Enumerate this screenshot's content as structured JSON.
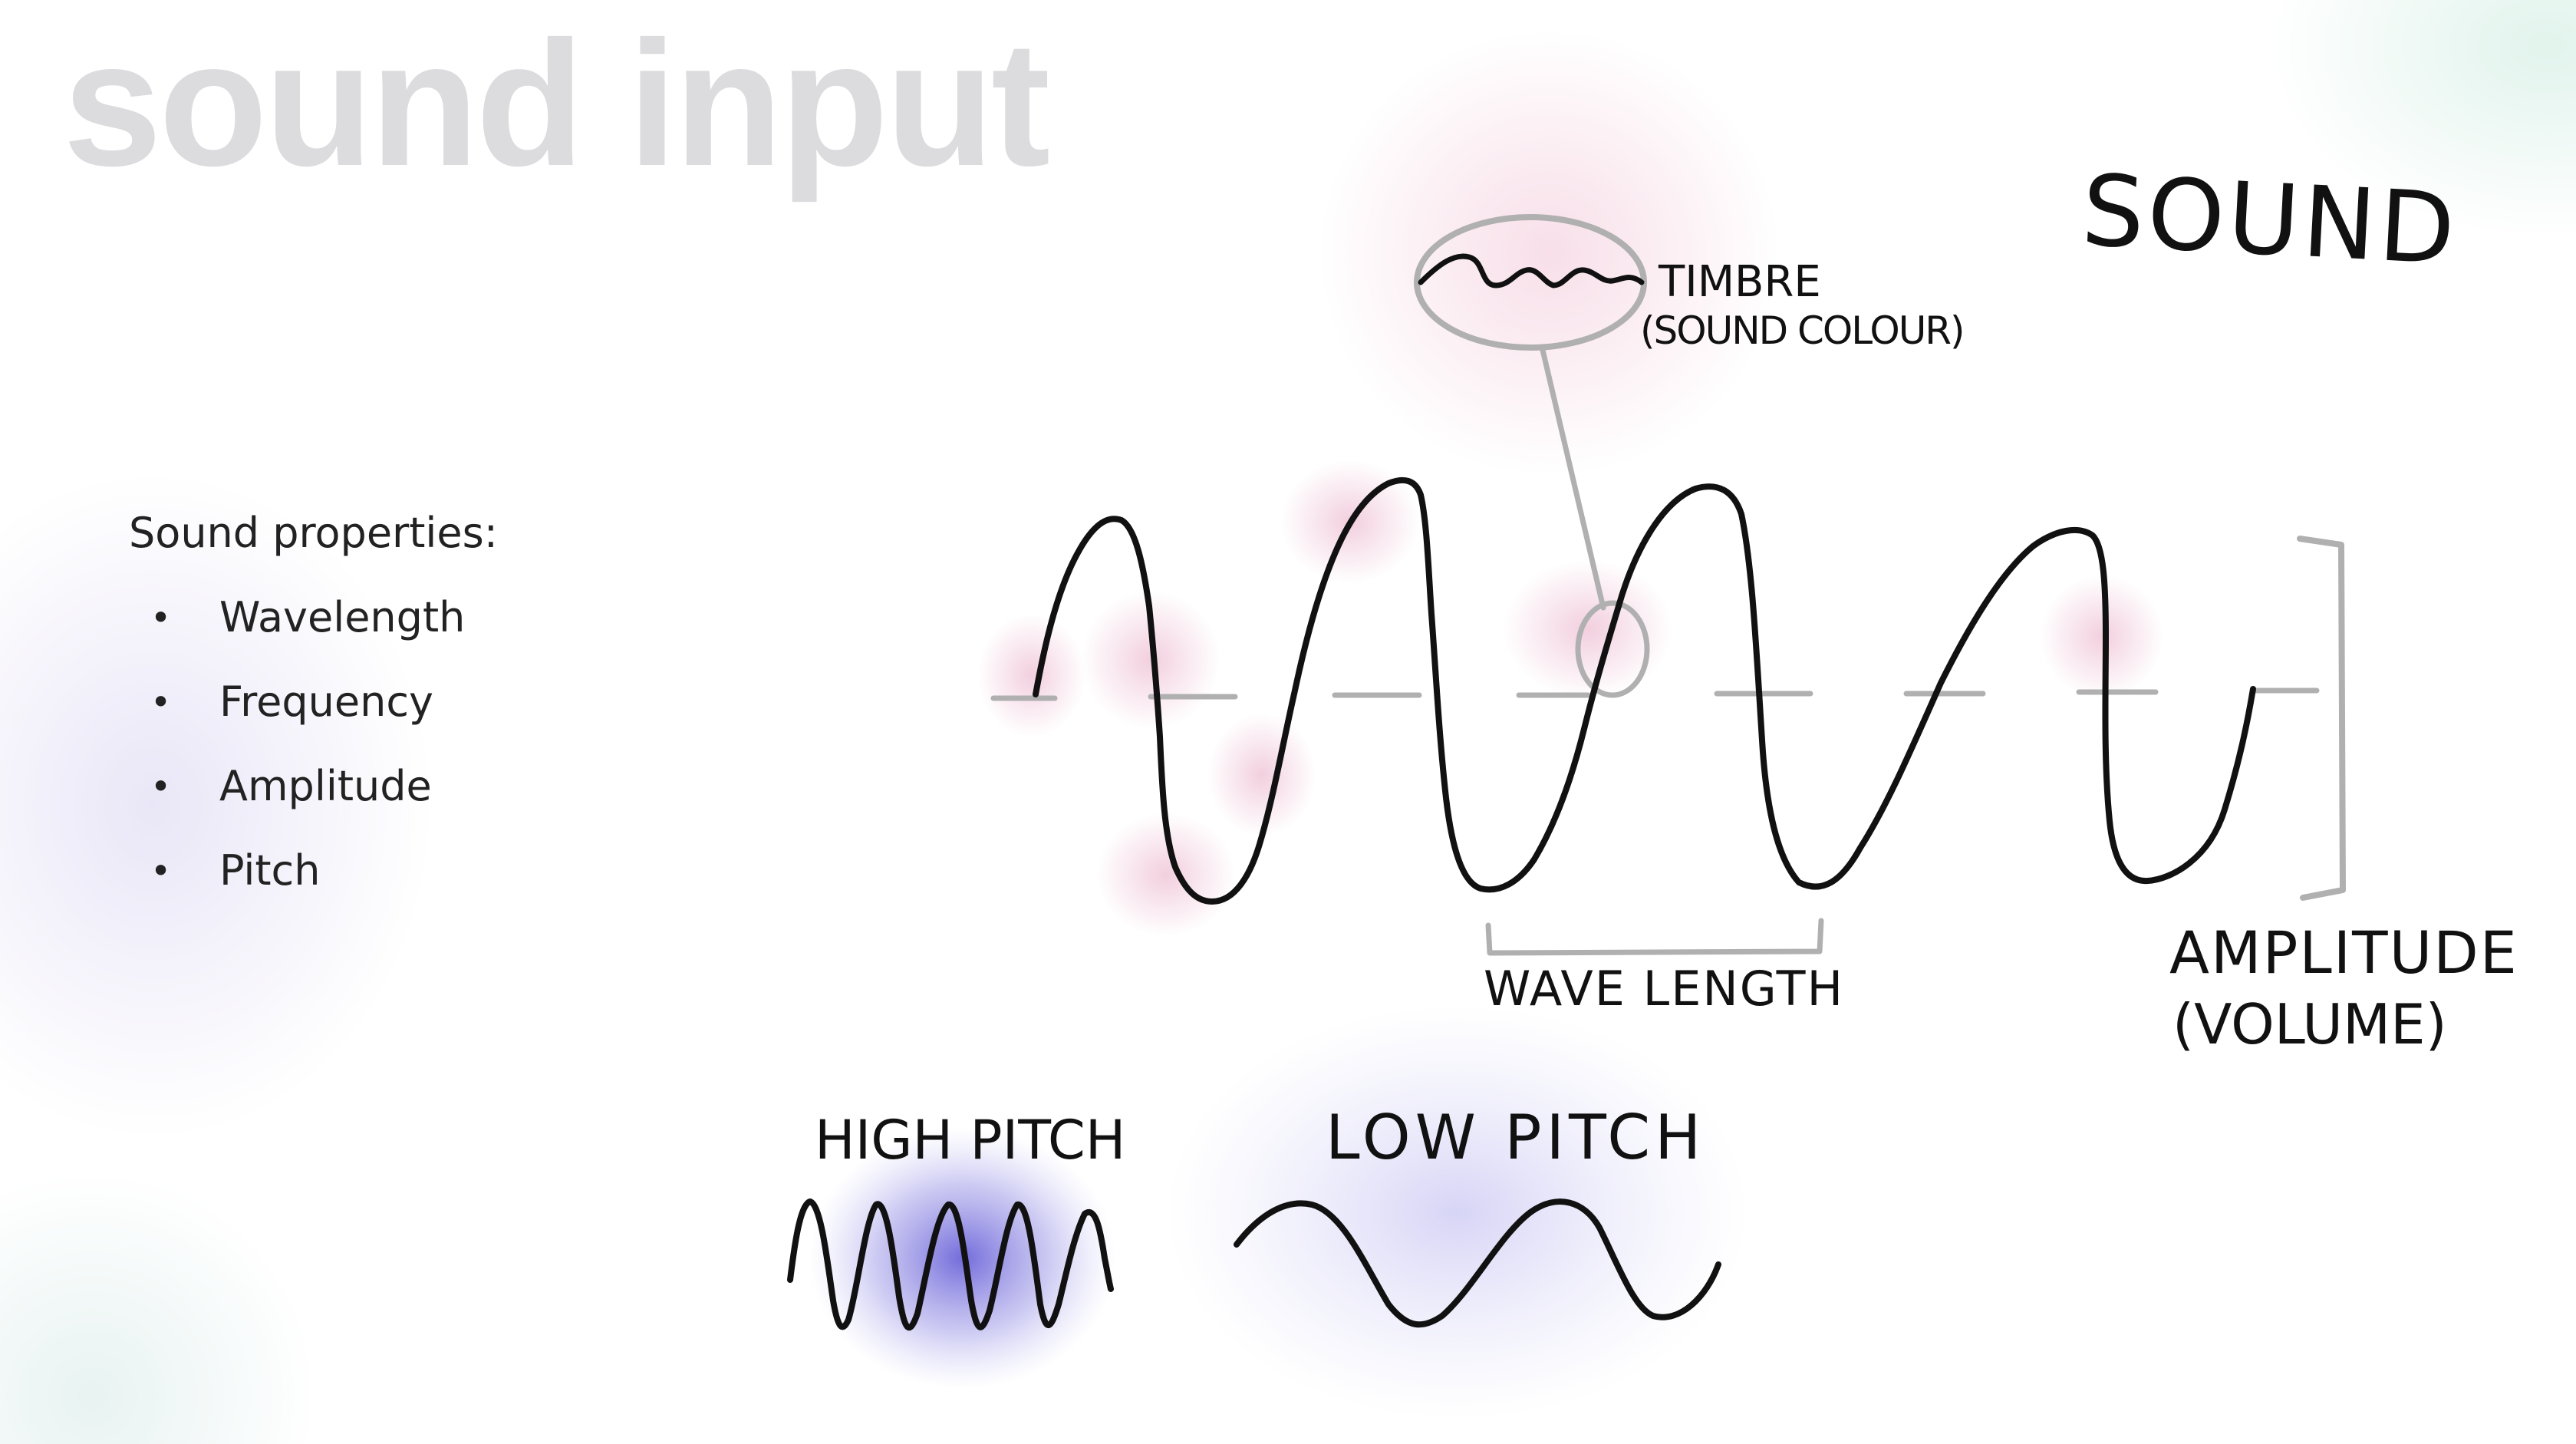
{
  "slide": {
    "title": "sound input"
  },
  "properties": {
    "heading": "Sound properties:",
    "items": [
      "Wavelength",
      "Frequency",
      "Amplitude",
      "Pitch"
    ]
  },
  "sketch": {
    "sound_label": "SOUND",
    "timbre_label_1": "TIMBRE",
    "timbre_label_2": "(SOUND COLOUR)",
    "wavelength_label": "WAVE LENGTH",
    "amplitude_label_1": "AMPLITUDE",
    "amplitude_label_2": "(VOLUME)",
    "high_pitch_label": "HIGH PITCH",
    "low_pitch_label": "LOW PITCH"
  },
  "colors": {
    "title": "#dcdcdf",
    "ink": "#111111",
    "annotation_grey": "#b0b0b0",
    "timbre_glow": "#e8a8c4",
    "pitch_glow": "#6a63d8"
  },
  "icons": {
    "bullet": "bullet-dot-icon"
  }
}
